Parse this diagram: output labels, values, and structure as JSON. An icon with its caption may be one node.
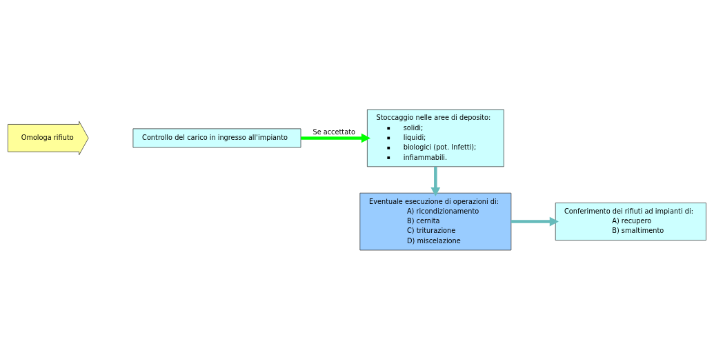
{
  "diagram": {
    "nodes": [
      {
        "text": [
          "Omologa rifiuto"
        ]
      },
      {
        "text": [
          "Controllo del carico in ingresso all'impianto"
        ]
      },
      {
        "text": [
          "Stoccaggio nelle aree di deposito:",
          "solidi;",
          "liquidi;",
          "biologici (pot. Infetti);",
          "infiammabili."
        ]
      },
      {
        "text": [
          "Eventuale esecuzione di operazioni di:",
          "A) ricondizionamento",
          "B) cernita",
          "C) triturazione",
          "D) miscelazione"
        ]
      },
      {
        "text": [
          "Conferimento dei rifiuti ad impianti di:",
          "A) recupero",
          "B) smaltimento"
        ]
      }
    ],
    "edges": [
      {
        "from": 1,
        "to": 2,
        "arrow": "to",
        "label": "Se accettato",
        "color": "#00ff00"
      },
      {
        "from": 2,
        "to": 3,
        "arrow": "to"
      },
      {
        "from": 3,
        "to": 4,
        "arrow": "to"
      }
    ]
  }
}
